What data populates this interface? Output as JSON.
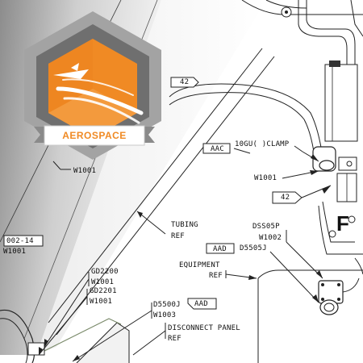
{
  "badge": {
    "label": "AEROSPACE",
    "colors": {
      "orange": "#f08a24",
      "grey_outer": "#a3a3a3",
      "grey_inner": "#6f6f6f"
    },
    "icon": "rocket-trail-icon"
  },
  "callouts": {
    "tag_42_top": "42",
    "tag_aac": "AAC",
    "clamp_ref": "10GU( )CLAMP",
    "w1001_right": "W1001",
    "tag_42_right": "42",
    "w1001_left": "W1001",
    "tubing": "TUBING",
    "tubing_ref": "REF",
    "dss05p": "DSS05P",
    "w1002": "W1002",
    "tag_aad_right": "AAD",
    "d5505j": "D5505J",
    "sheet_ref_a": "002-14",
    "sheet_ref_b": "W1001",
    "equipment": "EQUIPMENT",
    "equipment_ref": "REF",
    "gd2200": "GD2200",
    "gd2200_w": "W1001",
    "gd2201": "GD2201",
    "gd2201_w": "W1001",
    "d5500j": "D5500J",
    "tag_aad_bottom": "AAD",
    "w1003": "W1003",
    "disconnect_panel": "DISCONNECT PANEL",
    "disconnect_ref": "REF",
    "big_letter": "F"
  }
}
